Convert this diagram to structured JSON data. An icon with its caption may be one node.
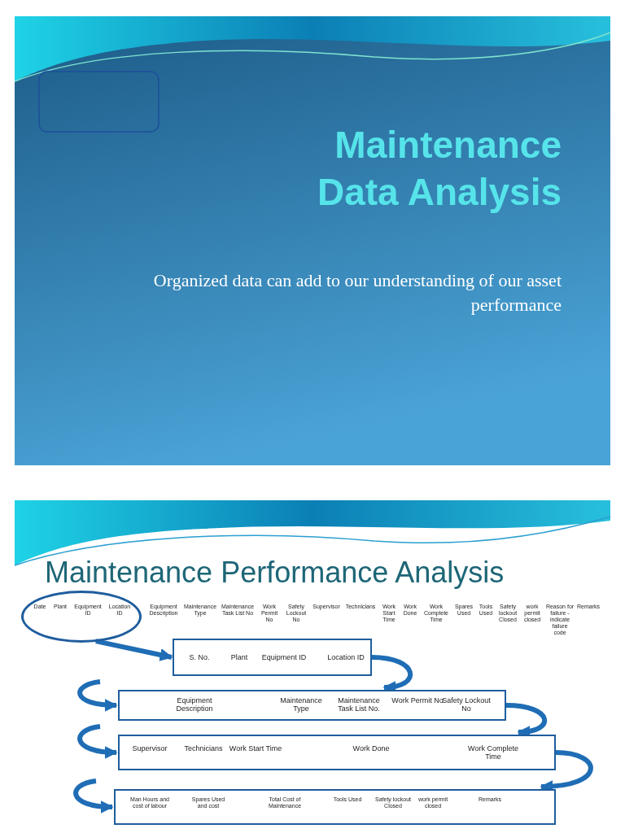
{
  "diagram": {
    "nodes": [
      {
        "text": [],
        "shape": "circle"
      },
      {
        "text": [
          "S. No.",
          "Plant",
          "Equipment ID",
          "Location ID"
        ]
      },
      {
        "text": [
          "Equipment Description",
          "Maintenance Type",
          "Maintenance Task List No.",
          "Work Permit No",
          "Safety Lockout No"
        ]
      },
      {
        "text": [
          "Supervisor",
          "Technicians",
          "Work Start Time",
          "Work Done",
          "Work Complete Time"
        ]
      },
      {
        "text": [
          "Man Hours and cost of labour",
          "Spares Used and cost",
          "Total Cost of Maintenance",
          "Tools Used",
          "Safety lockout Closed",
          "work permit closed",
          "Remarks"
        ]
      }
    ],
    "edges": [
      {
        "from": 0,
        "to": 1,
        "arrow": "to"
      },
      {
        "from": 1,
        "to": 2,
        "arrow": "to"
      },
      {
        "from": 2,
        "to": 3,
        "arrow": "to"
      },
      {
        "from": 3,
        "to": 4,
        "arrow": "to"
      },
      {
        "from": null,
        "to": 2,
        "arrow": "to"
      },
      {
        "from": null,
        "to": 3,
        "arrow": "to"
      },
      {
        "from": null,
        "to": 4,
        "arrow": "to"
      }
    ],
    "labels": [
      "Maintenance Data Analysis",
      "Organized data can add to our understanding of our asset performance",
      "Maintenance Performance Analysis",
      "Date",
      "Plant",
      "Equipment ID",
      "Location ID",
      "Equipment Description",
      "Maintenance Type",
      "Maintenance Task List No",
      "Work Permit No",
      "Safety Lockout No",
      "Supervisor",
      "Technicians",
      "Work Start Time",
      "Work Done",
      "Work Complete Time",
      "Spares Used",
      "Tools Used",
      "Safety lockout Closed",
      "work permit closed",
      "Reason for failure - indicate failure code",
      "Remarks"
    ]
  }
}
